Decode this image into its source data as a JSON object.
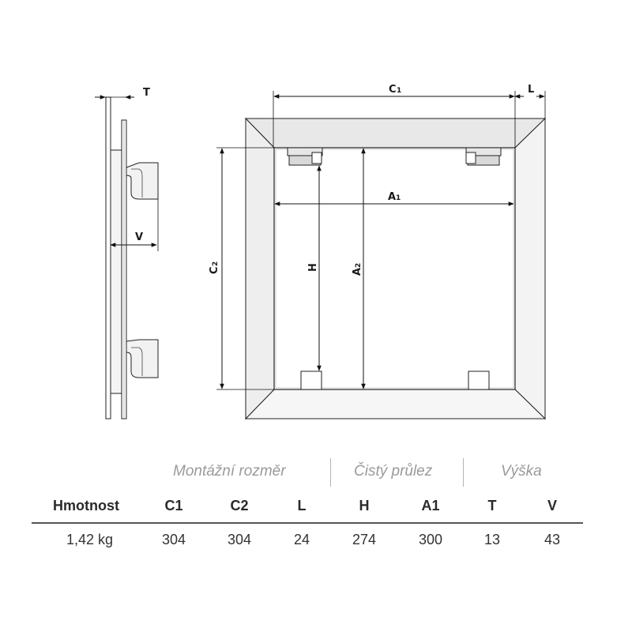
{
  "diagram": {
    "side_view": {
      "label_T": "T",
      "label_V": "V"
    },
    "front_view": {
      "label_C1": "C",
      "label_C1_sub": "1",
      "label_L": "L",
      "label_A1": "A",
      "label_A1_sub": "1",
      "label_C2": "C",
      "label_C2_sub": "2",
      "label_H": "H",
      "label_A2": "A",
      "label_A2_sub": "2"
    }
  },
  "table": {
    "group_headers": [
      "Montážní rozměr",
      "Čistý průlez",
      "Výška"
    ],
    "columns": [
      "Hmotnost",
      "C1",
      "C2",
      "L",
      "H",
      "A1",
      "T",
      "V"
    ],
    "row": [
      "1,42 kg",
      "304",
      "304",
      "24",
      "274",
      "300",
      "13",
      "43"
    ]
  }
}
